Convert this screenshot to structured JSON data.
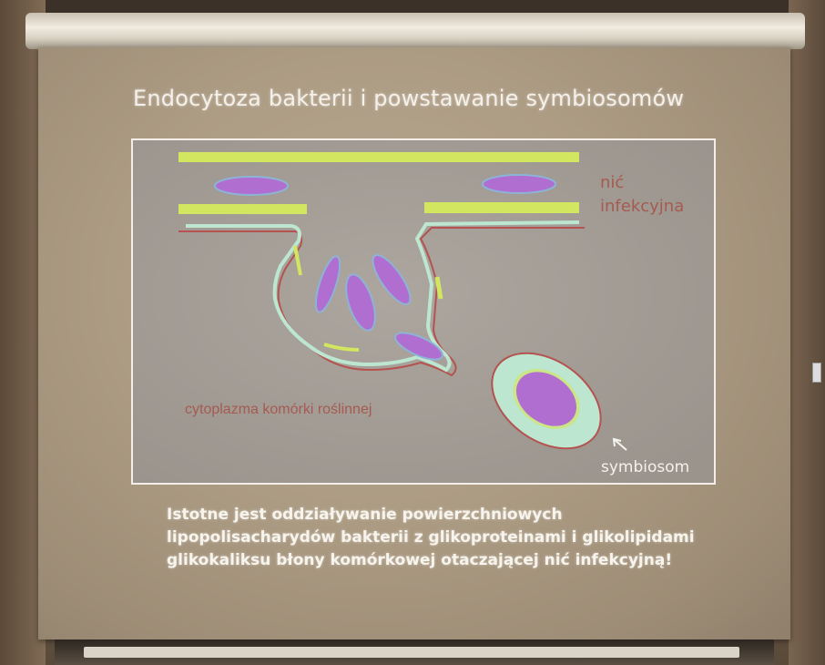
{
  "slide": {
    "title": "Endocytoza bakterii i powstawanie symbiosomów",
    "diagram": {
      "label_infection": [
        "nić",
        "infekcyjna"
      ],
      "label_cytoplasm": "cytoplazma komórki roślinnej",
      "label_symbiosome": "symbiosom"
    },
    "description_lines": [
      "Istotne jest oddziaływanie powierzchniowych",
      "lipopolisacharydów bakterii z glikoproteinami i glikolipidami",
      "glikokaliksu błony komórkowej otaczającej nić infekcyjną!"
    ]
  },
  "colors": {
    "membrane_green": "#d3e65f",
    "bacteria_purple": "#b06ed1",
    "panel_background": "#a29c95",
    "membrane_red": "#b4534f",
    "glycocalyx_cyan": "#bde6d1",
    "label_red": "#a65a50"
  },
  "icons": [
    "arrow-pointer-icon"
  ]
}
